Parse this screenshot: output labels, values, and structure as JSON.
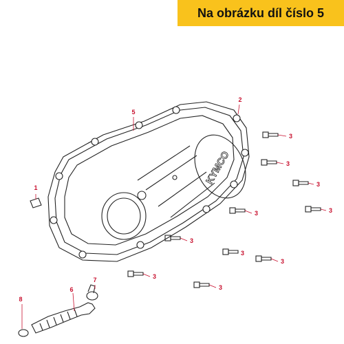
{
  "banner": {
    "text": "Na obrázku díl číslo 5"
  },
  "logo_text": "KYMCO",
  "colors": {
    "banner_bg": "#f9c21c",
    "callout": "#c8102e",
    "ink": "#222222"
  },
  "callouts": [
    {
      "id": "c1",
      "label": "1"
    },
    {
      "id": "c2",
      "label": "2"
    },
    {
      "id": "c5",
      "label": "5"
    },
    {
      "id": "c6",
      "label": "6"
    },
    {
      "id": "c7",
      "label": "7"
    },
    {
      "id": "c8",
      "label": "8"
    },
    {
      "id": "b1",
      "label": "3"
    },
    {
      "id": "b2",
      "label": "3"
    },
    {
      "id": "b3",
      "label": "3"
    },
    {
      "id": "b4",
      "label": "3"
    },
    {
      "id": "b5",
      "label": "3"
    },
    {
      "id": "b6",
      "label": "3"
    },
    {
      "id": "b7",
      "label": "3"
    },
    {
      "id": "b8",
      "label": "3"
    },
    {
      "id": "b9",
      "label": "3"
    },
    {
      "id": "b10",
      "label": "3"
    }
  ]
}
